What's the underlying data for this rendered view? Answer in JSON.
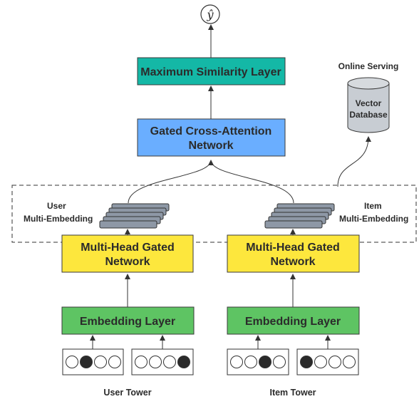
{
  "output": {
    "symbol": "ŷ"
  },
  "max_similarity": {
    "label": "Maximum Similarity Layer",
    "color": "#14b8a6"
  },
  "gated_cross_attention": {
    "line1": "Gated Cross-Attention",
    "line2": "Network",
    "color": "#6aaeff"
  },
  "online_serving": {
    "label": "Online Serving",
    "db_line1": "Vector",
    "db_line2": "Database",
    "db_color": "#c8cdd3"
  },
  "user_embedding": {
    "line1": "User",
    "line2": "Multi-Embedding"
  },
  "item_embedding": {
    "line1": "Item",
    "line2": "Multi-Embedding"
  },
  "user_tower": {
    "mhg_line1": "Multi-Head Gated",
    "mhg_line2": "Network",
    "embedding_label": "Embedding Layer",
    "label": "User Tower"
  },
  "item_tower": {
    "mhg_line1": "Multi-Head Gated",
    "mhg_line2": "Network",
    "embedding_label": "Embedding Layer",
    "label": "Item Tower"
  },
  "colors": {
    "mhg": "#fde73d",
    "embedding": "#5ec463",
    "stack": "#8e98a6"
  }
}
